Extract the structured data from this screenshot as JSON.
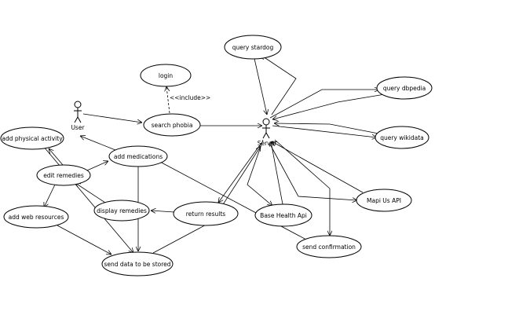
{
  "diagram": {
    "actors": [
      {
        "id": "user",
        "label": "User"
      },
      {
        "id": "server",
        "label": "Server"
      }
    ],
    "use_cases": [
      {
        "id": "query-stardog",
        "label": "query stardog"
      },
      {
        "id": "login",
        "label": "login"
      },
      {
        "id": "query-dbpedia",
        "label": "query dbpedia"
      },
      {
        "id": "search-phobia",
        "label": "search phobia"
      },
      {
        "id": "query-wikidata",
        "label": "query wikidata"
      },
      {
        "id": "add-physical-activity",
        "label": "add physical activity"
      },
      {
        "id": "add-medications",
        "label": "add medications"
      },
      {
        "id": "edit-remedies",
        "label": "edit remedies"
      },
      {
        "id": "display-remedies",
        "label": "display remedies"
      },
      {
        "id": "return-results",
        "label": "return results"
      },
      {
        "id": "base-health-api",
        "label": "Base Health Api"
      },
      {
        "id": "mapi-us-api",
        "label": "Mapi Us API"
      },
      {
        "id": "add-web-resources",
        "label": "add web resources"
      },
      {
        "id": "send-confirmation",
        "label": "send confirmation"
      },
      {
        "id": "send-data-to-be-stored",
        "label": "send data to be stored"
      }
    ],
    "include_label": "<<include>>"
  }
}
